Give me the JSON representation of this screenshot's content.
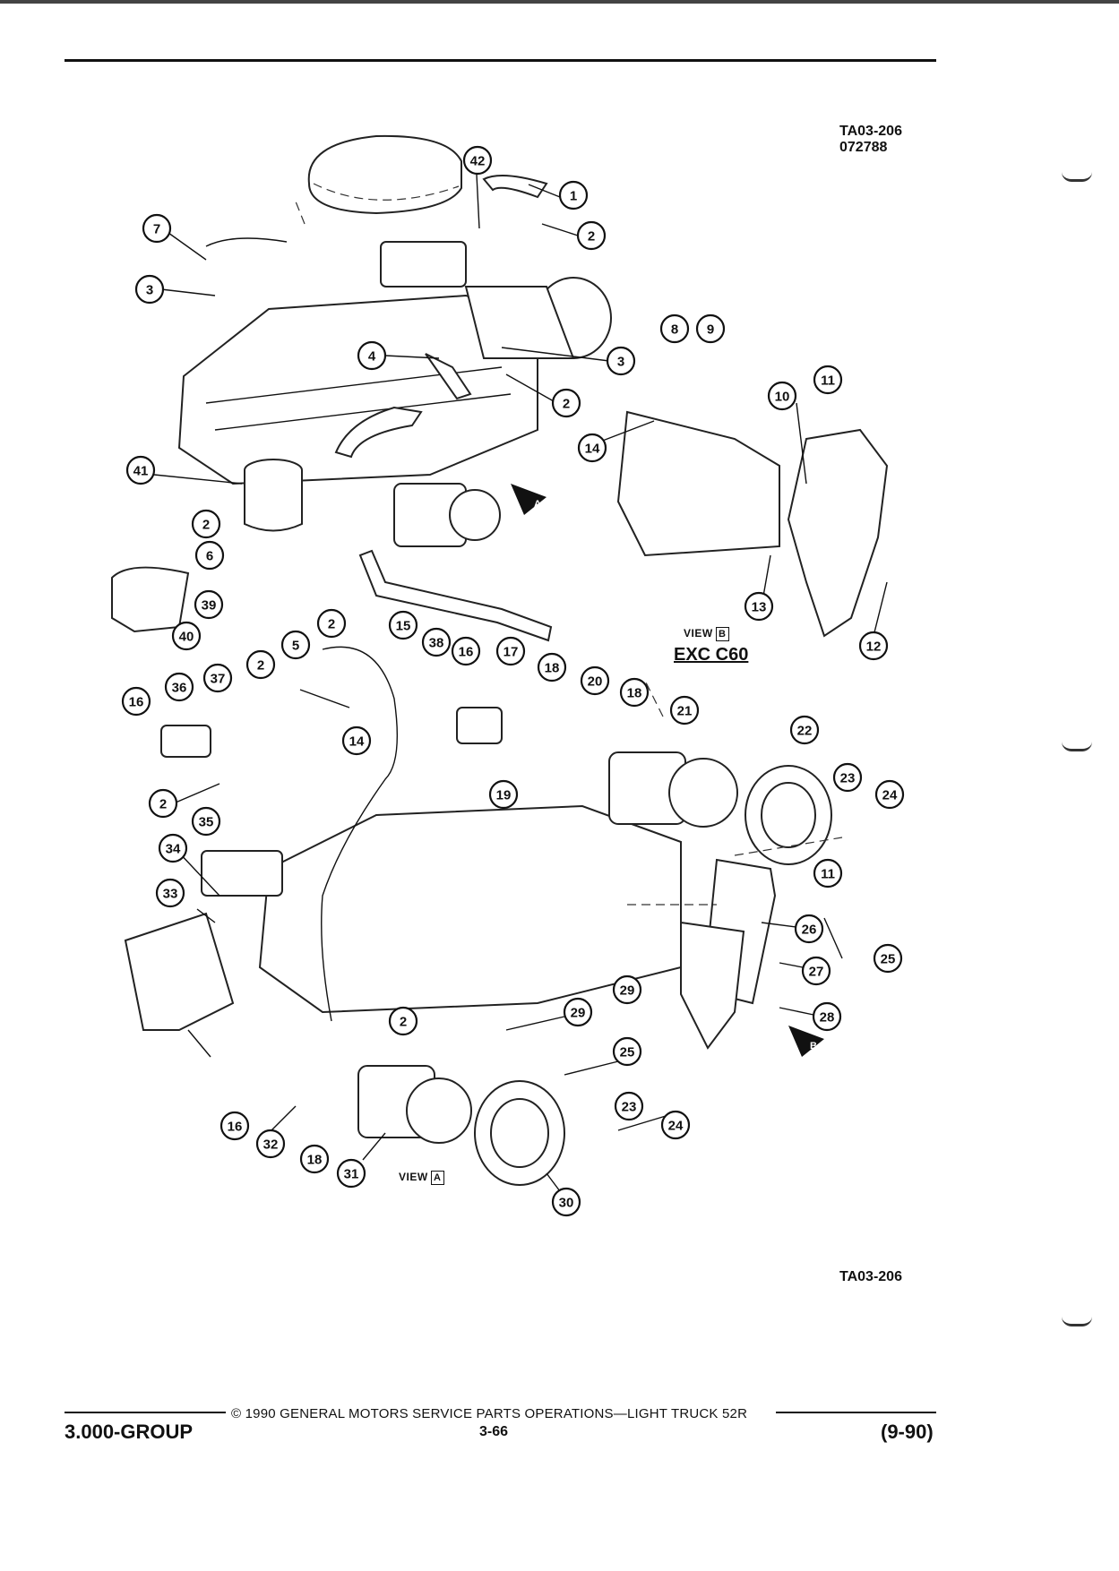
{
  "header": {
    "ref_code": "TA03-206",
    "ref_date": "072788"
  },
  "diagram": {
    "callouts": [
      "1",
      "2",
      "3",
      "4",
      "5",
      "6",
      "7",
      "8",
      "9",
      "10",
      "11",
      "12",
      "13",
      "14",
      "15",
      "16",
      "17",
      "18",
      "19",
      "20",
      "21",
      "22",
      "23",
      "24",
      "25",
      "26",
      "27",
      "28",
      "29",
      "30",
      "31",
      "32",
      "33",
      "34",
      "35",
      "36",
      "37",
      "38",
      "39",
      "40",
      "41",
      "42"
    ],
    "view_a_word": "VIEW",
    "view_a_letter": "A",
    "view_b_word": "VIEW",
    "view_b_letter": "B",
    "view_b_note": "EXC C60",
    "arrow_a_letter": "A",
    "arrow_b_letter": "B",
    "bottom_ref": "TA03-206"
  },
  "footer": {
    "copyright": "© 1990 GENERAL MOTORS SERVICE PARTS OPERATIONS—LIGHT TRUCK 52R",
    "group": "3.000-GROUP",
    "page": "3-66",
    "revision": "(9-90)"
  }
}
